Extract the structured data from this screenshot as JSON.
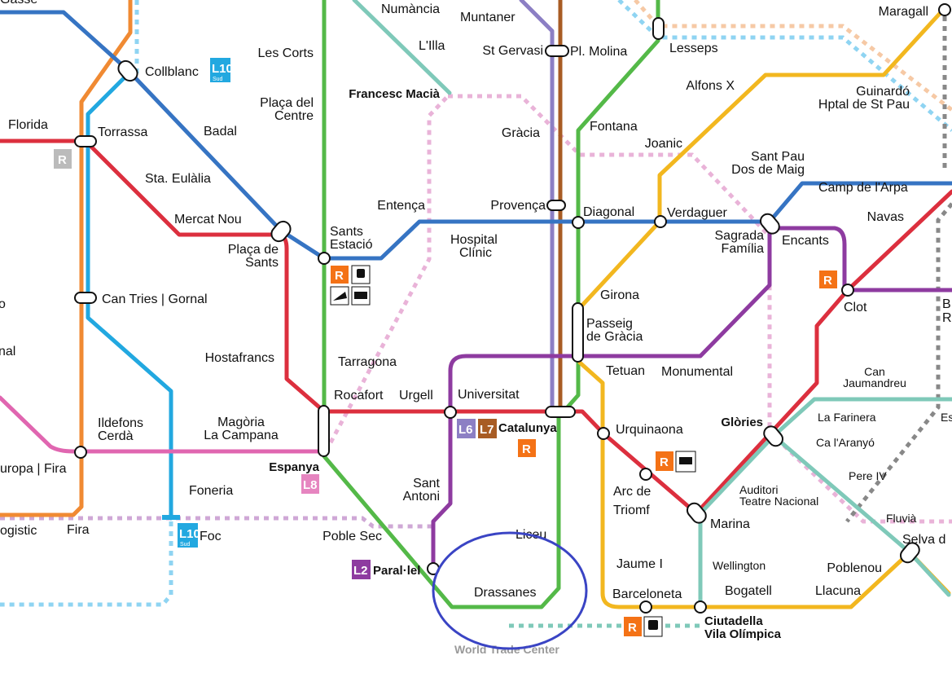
{
  "colors": {
    "L1": "#dc2f3e",
    "L2": "#8e3ba0",
    "L3": "#54b948",
    "L4": "#f2b71f",
    "L5": "#3674c3",
    "L6": "#8c7fc4",
    "L7": "#a85c24",
    "L8": "#e066b0",
    "L9": "#f08a33",
    "L10": "#22a8e0",
    "tram": "#7fc9b9",
    "rail": "#f47216",
    "highlight": "#3a44c4"
  },
  "stations": {
    "gasse": "Gasse",
    "numancia": "Numància",
    "muntaner": "Muntaner",
    "les_corts": "Les Corts",
    "lilla": "L'Illa",
    "collblanc": "Collblanc",
    "st_gervasi": "St Gervasi",
    "pl_molina": "Pl. Molina",
    "lesseps": "Lesseps",
    "maragall": "Maragall",
    "alfons_x": "Alfons X",
    "guinardo": [
      "Guinardó",
      "Hptal de St Pau"
    ],
    "placa_del_centre": [
      "Plaça del",
      "Centre"
    ],
    "francesc_macia": "Francesc Macià",
    "florida": "Florida",
    "torrassa": "Torrassa",
    "badal": "Badal",
    "gracia": "Gràcia",
    "fontana": "Fontana",
    "joanic": "Joanic",
    "sant_pau": [
      "Sant Pau",
      "Dos de Maig"
    ],
    "camp_de_larpa": "Camp de l'Arpa",
    "sta_eulalia": "Sta. Eulàlia",
    "entenca": "Entença",
    "provenca": "Provença",
    "diagonal": "Diagonal",
    "verdaguer": "Verdaguer",
    "navas": "Navas",
    "mercat_nou": "Mercat Nou",
    "placa_de_sants": [
      "Plaça de",
      "Sants"
    ],
    "sants_estacio": [
      "Sants",
      "Estació"
    ],
    "hospital_clinic": [
      "Hospital",
      "Clínic"
    ],
    "sagrada_familia": [
      "Sagrada",
      "Família"
    ],
    "encants": "Encants",
    "clot": "Clot",
    "edge_b": [
      "B",
      "R"
    ],
    "edge_o": "o",
    "can_tries": "Can Tries | Gornal",
    "girona": "Girona",
    "passeig_de_gracia": [
      "Passeig",
      "de Gràcia"
    ],
    "edge_nal": "nal",
    "hostafrancs": "Hostafrancs",
    "tarragona": "Tarragona",
    "tetuan": "Tetuan",
    "monumental": "Monumental",
    "can_jaumandreu": [
      "Can",
      "Jaumandreu"
    ],
    "rocafort": "Rocafort",
    "urgell": "Urgell",
    "universitat": "Universitat",
    "ildefons_cerda": [
      "Ildefons",
      "Cerdà"
    ],
    "magoria": [
      "Magòria",
      "La Campana"
    ],
    "catalunya": "Catalunya",
    "urquinaona": "Urquinaona",
    "glories": "Glòries",
    "la_farinera": "La Farinera",
    "edge_es": "Es",
    "ca_laranyo": "Ca l'Aranyó",
    "europa_fira": "uropa | Fira",
    "espanya": "Espanya",
    "sant_antoni": [
      "Sant",
      "Antoni"
    ],
    "foneria": "Foneria",
    "pere_iv": "Pere IV",
    "arc_de_triomf": [
      "Arc de",
      "Triomf"
    ],
    "auditori": [
      "Auditori",
      "Teatre Nacional"
    ],
    "marina": "Marina",
    "fluvia": "Fluvià",
    "logistic": "ogistic",
    "fira": "Fira",
    "foc": "Foc",
    "poble_sec": "Poble Sec",
    "liceu": "Liceu",
    "selva": "Selva d",
    "jaume_i": "Jaume I",
    "wellington": "Wellington",
    "poblenou": "Poblenou",
    "paralel": "Paral·lel",
    "drassanes": "Drassanes",
    "barceloneta": "Barceloneta",
    "bogatell": "Bogatell",
    "llacuna": "Llacuna",
    "ciutadella": [
      "Ciutadella",
      "Vila Olímpica"
    ],
    "world_trade_center": "World Trade Center"
  },
  "badges": {
    "l10": "L10",
    "sud": "Sud",
    "r": "R",
    "l6": "L6",
    "l7": "L7",
    "l8": "L8",
    "l2": "L2"
  }
}
